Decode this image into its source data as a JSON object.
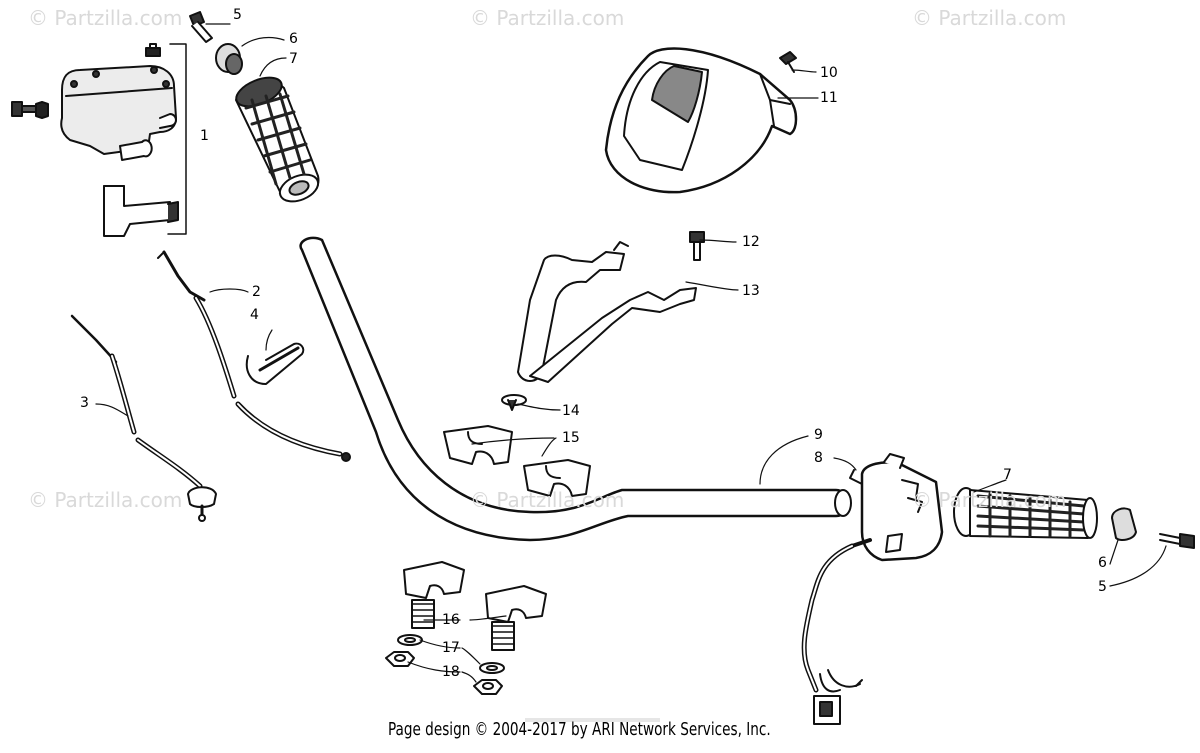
{
  "watermark": "© Partzilla.com",
  "footer": "Page design © 2004-2017 by ARI Network Services, Inc.",
  "parts": {
    "p1": "1",
    "p2": "2",
    "p3": "3",
    "p4": "4",
    "p5": "5",
    "p6": "6",
    "p7": "7",
    "p8": "8",
    "p9": "9",
    "p10": "10",
    "p11": "11",
    "p12": "12",
    "p13": "13",
    "p14": "14",
    "p15": "15",
    "p16": "16",
    "p17": "17",
    "p18": "18"
  }
}
